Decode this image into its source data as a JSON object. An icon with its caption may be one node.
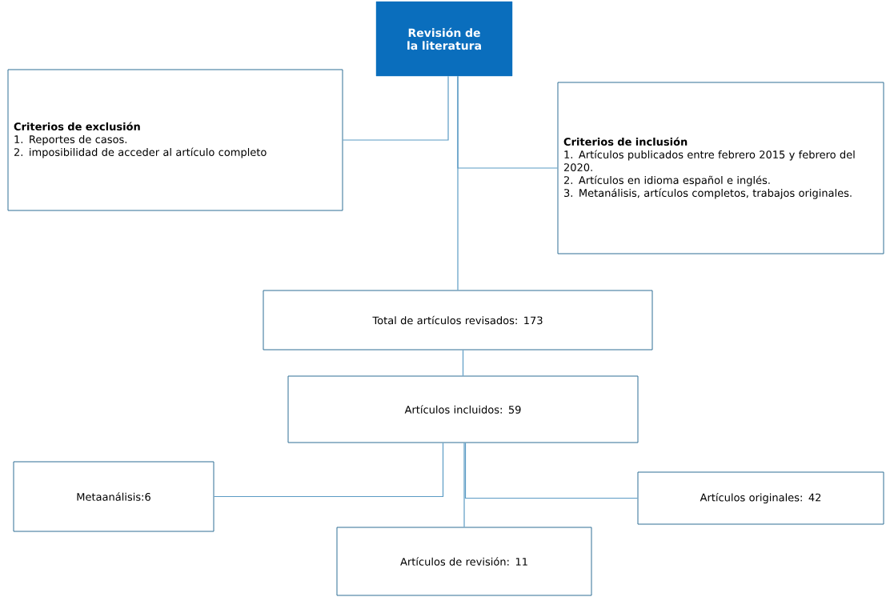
{
  "diagram": {
    "nodes": [
      {
        "text": [
          "Revisión de la literatura"
        ]
      },
      {
        "text": [
          "Criterios de exclusión",
          "1. Reportes de casos.",
          "2. imposibilidad de acceder al artículo completo"
        ]
      },
      {
        "text": [
          "Criterios de inclusión",
          "1. Artículos publicados entre febrero 2015 y febrero del 2020.",
          "2. Artículos en idioma español e inglés.",
          "3. Metanálisis, artículos completos, trabajos originales."
        ]
      },
      {
        "text": [
          "Total de artículos revisados: 173"
        ]
      },
      {
        "text": [
          "Artículos incluidos: 59"
        ]
      },
      {
        "text": [
          "Metaanálisis:6"
        ]
      },
      {
        "text": [
          "Artículos originales: 42"
        ]
      },
      {
        "text": [
          "Artículos de revisión: 11"
        ]
      }
    ],
    "edges": [
      {
        "from": 0,
        "to": 1,
        "arrow": "none"
      },
      {
        "from": 0,
        "to": 2,
        "arrow": "none"
      },
      {
        "from": 0,
        "to": 3,
        "arrow": "none"
      },
      {
        "from": 3,
        "to": 4,
        "arrow": "none"
      },
      {
        "from": 4,
        "to": 5,
        "arrow": "none"
      },
      {
        "from": 4,
        "to": 6,
        "arrow": "none"
      },
      {
        "from": 4,
        "to": 7,
        "arrow": "none"
      }
    ]
  }
}
